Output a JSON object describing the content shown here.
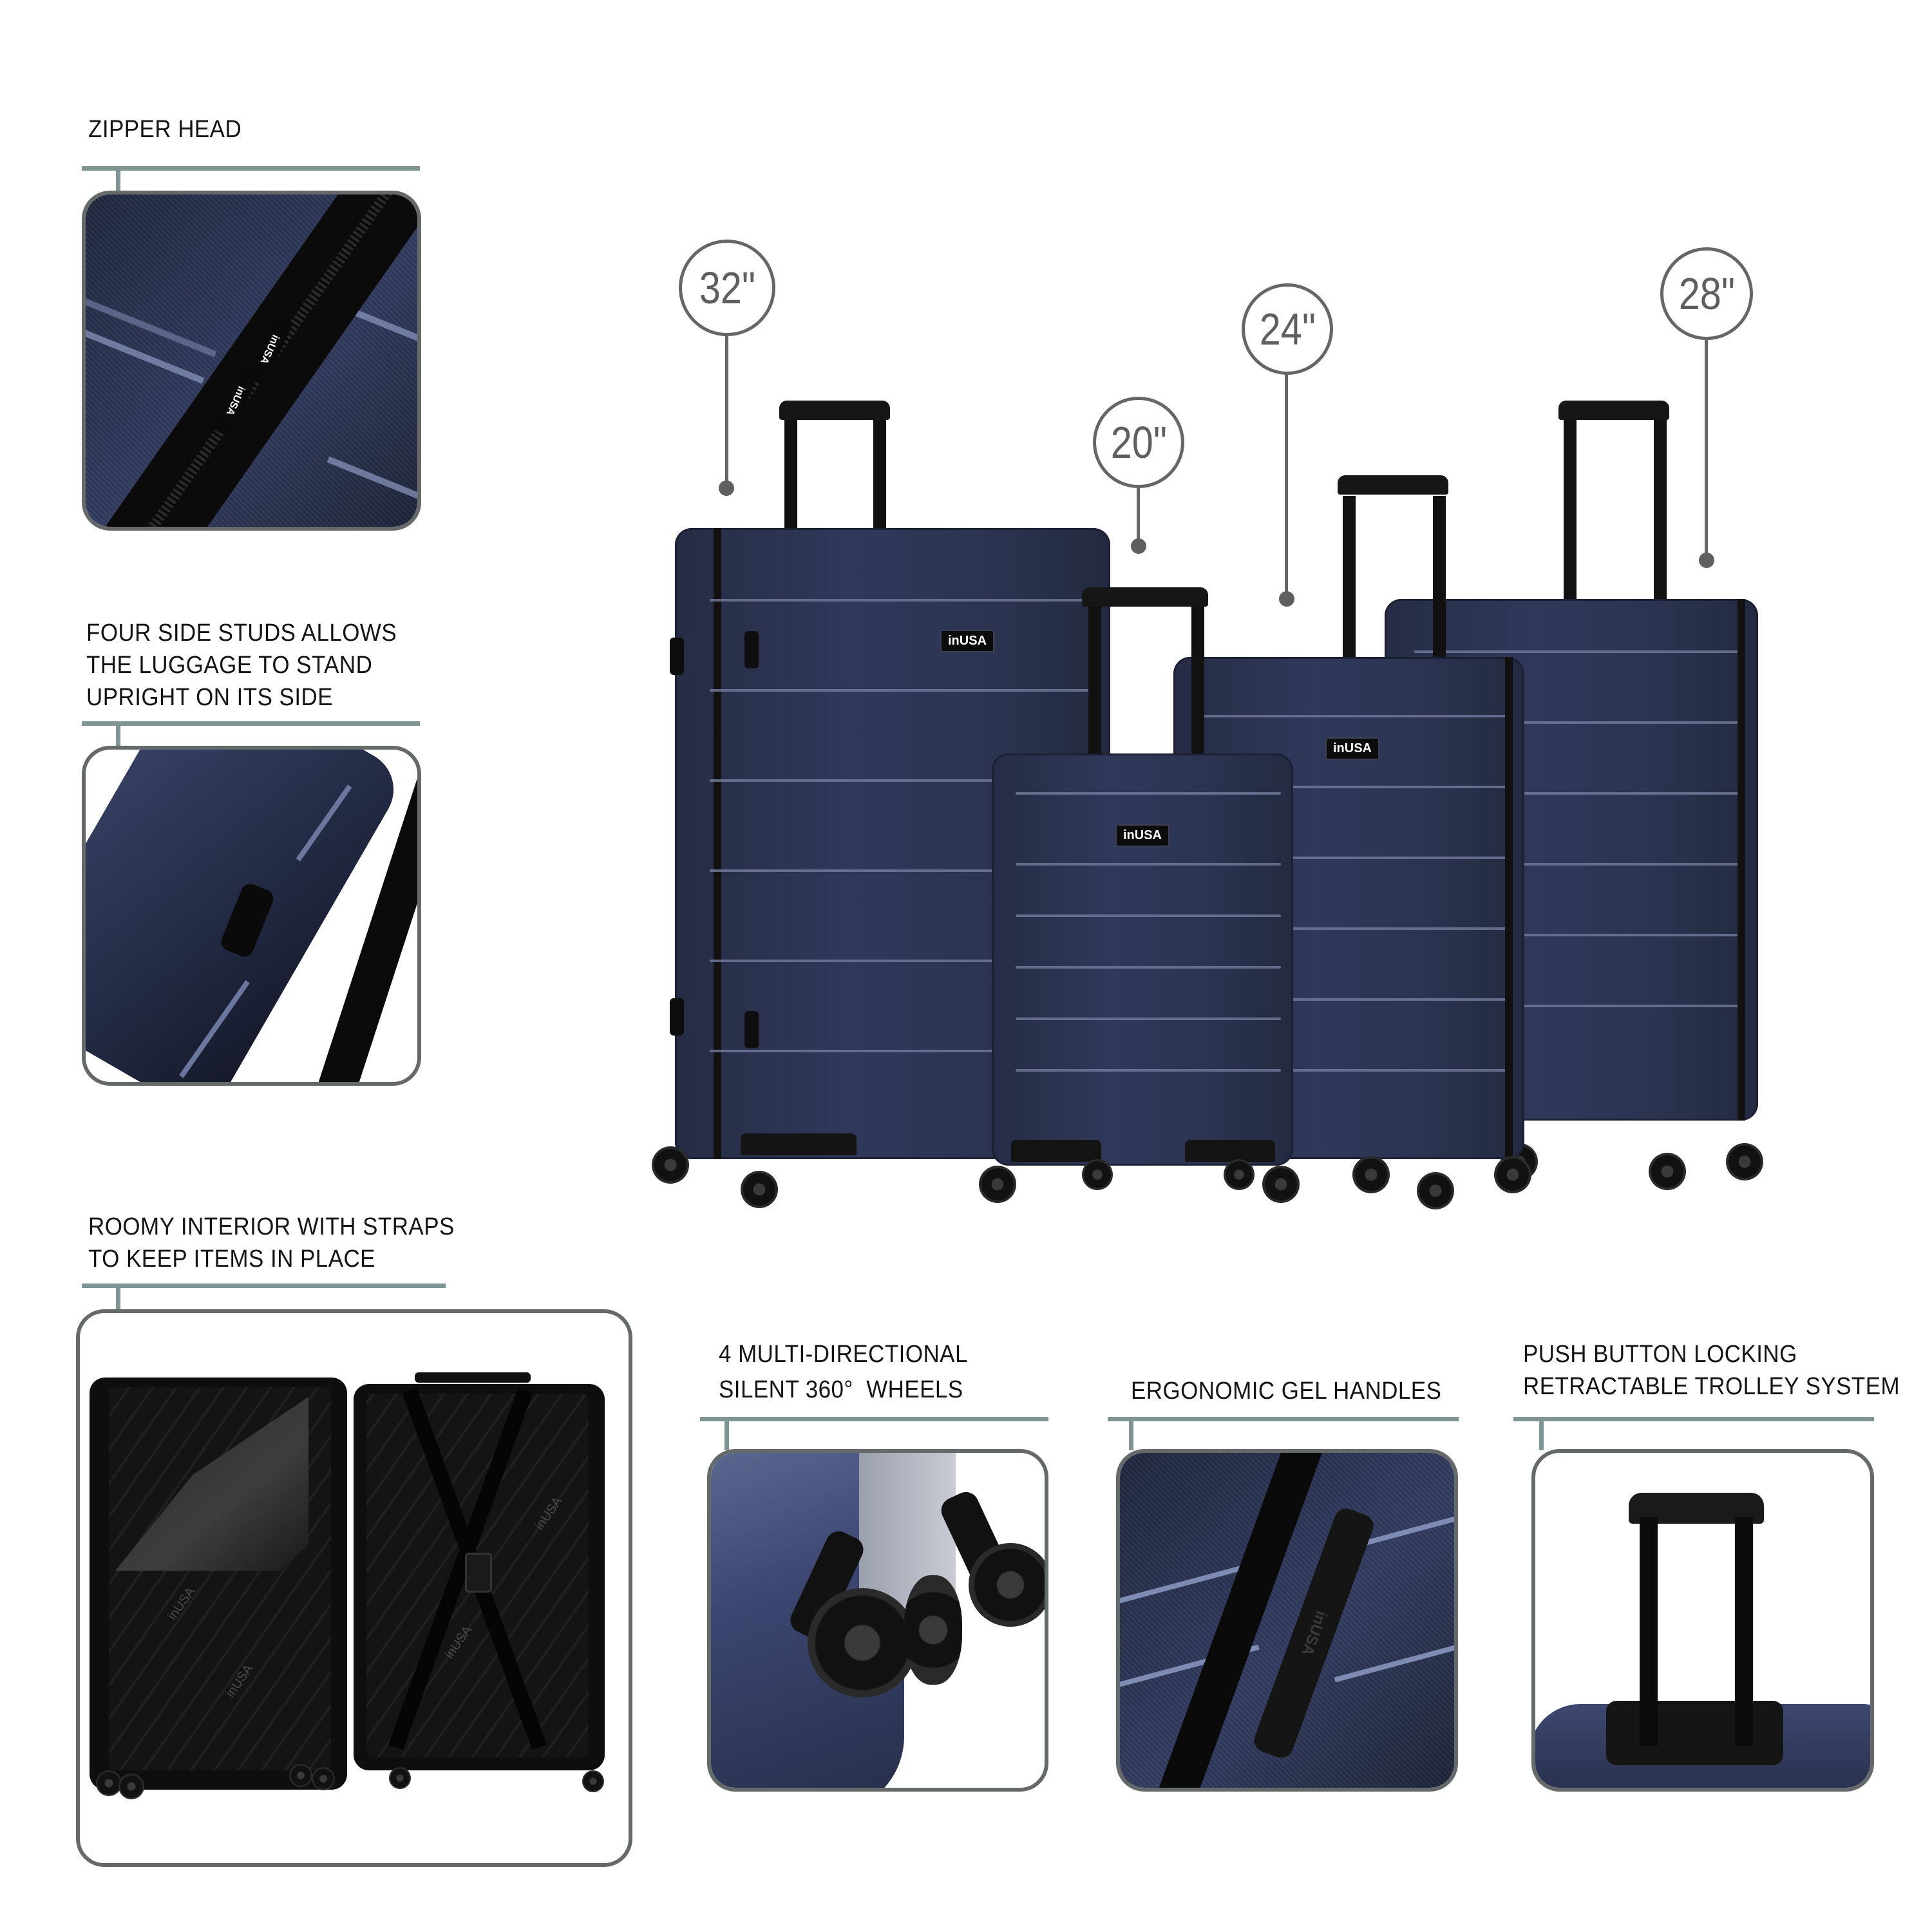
{
  "brand": "inUSA",
  "colors": {
    "separator": "#7f9593",
    "panel_border": "#656969",
    "callout": "#5f5f5f",
    "luggage_navy": "#2c3452",
    "label_text": "#141414"
  },
  "features": {
    "zipper_head": {
      "label": "ZIPPER HEAD"
    },
    "side_studs": {
      "line1": "FOUR SIDE STUDS ALLOWS",
      "line2": "THE LUGGAGE TO STAND",
      "line3": "UPRIGHT ON ITS SIDE"
    },
    "interior": {
      "line1": "ROOMY INTERIOR WITH STRAPS",
      "line2": "TO KEEP ITEMS IN PLACE",
      "lining_text": "inUSA"
    },
    "wheels": {
      "line1": "4 MULTI-DIRECTIONAL",
      "line2": "SILENT 360°  WHEELS"
    },
    "handles": {
      "label": "ERGONOMIC GEL HANDLES",
      "handle_text": "inUSA"
    },
    "trolley": {
      "line1": "PUSH BUTTON LOCKING",
      "line2": "RETRACTABLE TROLLEY SYSTEM"
    }
  },
  "sizes": [
    {
      "label": "32\""
    },
    {
      "label": "20\""
    },
    {
      "label": "24\""
    },
    {
      "label": "28\""
    }
  ],
  "luggage": {
    "badge_text": "inUSA",
    "handle_text": "inUSA",
    "zipper_pull_text": "inUSA"
  }
}
